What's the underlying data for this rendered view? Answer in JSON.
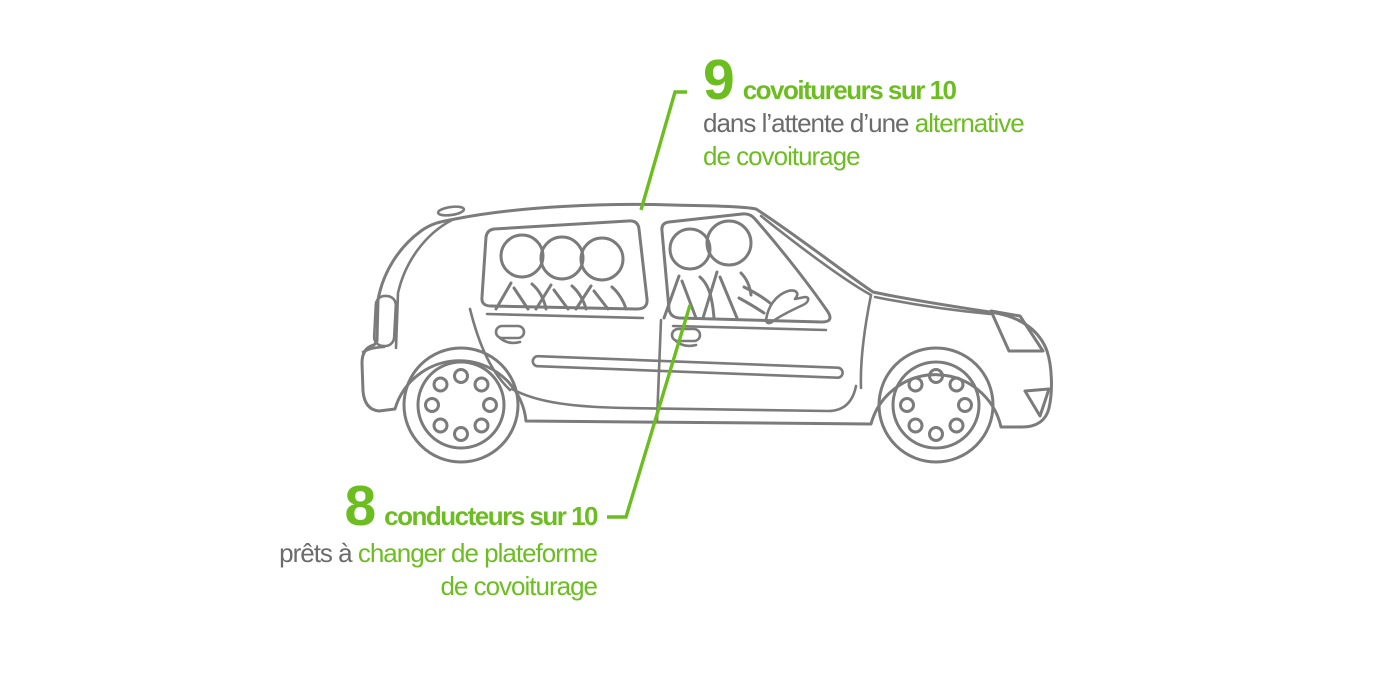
{
  "colors": {
    "green": "#6cbe20",
    "text-gray": "#6b6b6b",
    "line-gray": "#7b7b7b"
  },
  "annotations": {
    "top": {
      "number": "9",
      "label": "covoitureurs sur 10",
      "line2_prefix": "dans l’attente d’une ",
      "line2_highlight": "alternative",
      "line3": "de covoiturage"
    },
    "bottom": {
      "number": "8",
      "label": "conducteurs sur 10",
      "line2_prefix": "prêts à ",
      "line2_highlight": "changer de plateforme",
      "line3": "de covoiturage"
    }
  },
  "illustration": {
    "description": "Grey line drawing of a five-door hatchback, side view, with three passengers in the rear seat and two occupants in front (driver at the wheel)",
    "rear_passengers": 3,
    "front_occupants": 2
  }
}
